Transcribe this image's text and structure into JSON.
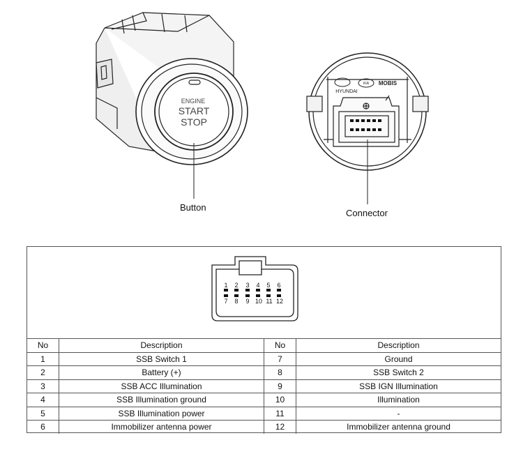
{
  "button_face": {
    "line1": "ENGINE",
    "line2": "START",
    "line3": "STOP"
  },
  "connector_face": {
    "logo_hyundai": "HYUNDAI",
    "logo_kia": "KIA",
    "logo_mobis": "MOBIS"
  },
  "callouts": {
    "button": "Button",
    "connector": "Connector"
  },
  "pin_labels": {
    "top": [
      "1",
      "2",
      "3",
      "4",
      "5",
      "6"
    ],
    "bottom": [
      "7",
      "8",
      "9",
      "10",
      "11",
      "12"
    ]
  },
  "table": {
    "headers": [
      "No",
      "Description",
      "No",
      "Description"
    ],
    "rows": [
      {
        "no1": "1",
        "desc1": "SSB Switch 1",
        "no2": "7",
        "desc2": "Ground"
      },
      {
        "no1": "2",
        "desc1": "Battery (+)",
        "no2": "8",
        "desc2": "SSB Switch 2"
      },
      {
        "no1": "3",
        "desc1": "SSB ACC Illumination",
        "no2": "9",
        "desc2": "SSB IGN Illumination"
      },
      {
        "no1": "4",
        "desc1": "SSB Illumination ground",
        "no2": "10",
        "desc2": "Illumination"
      },
      {
        "no1": "5",
        "desc1": "SSB Illumination power",
        "no2": "11",
        "desc2": "-"
      },
      {
        "no1": "6",
        "desc1": "Immobilizer antenna power",
        "no2": "12",
        "desc2": "Immobilizer antenna ground"
      }
    ]
  }
}
